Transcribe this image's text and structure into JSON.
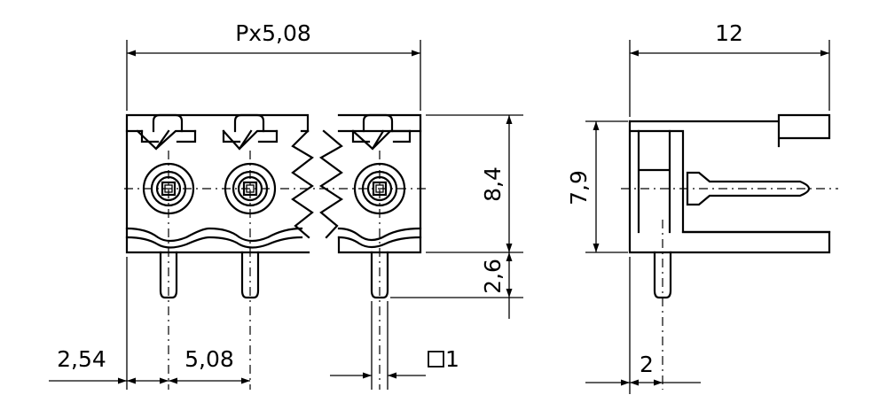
{
  "dimensions": {
    "pitch_total": "Px5,08",
    "depth": "12",
    "height_body": "8,4",
    "height_side": "7,9",
    "pin_length": "2,6",
    "edge_offset": "2,54",
    "pitch": "5,08",
    "pin_square": "1",
    "pin_offset_side": "2"
  },
  "symbols": {
    "square_icon": "square-section-icon"
  }
}
